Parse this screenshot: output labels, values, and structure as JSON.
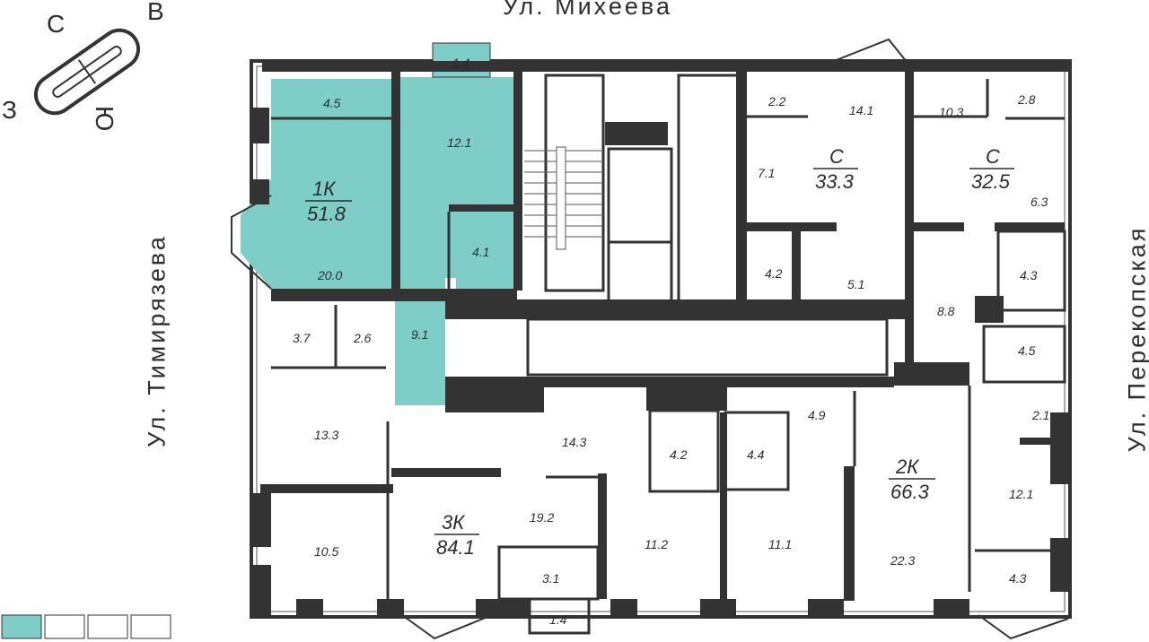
{
  "streets": {
    "top": "Ул. Михеева",
    "left": "Ул. Тимирязева",
    "right": "Ул. Перекопская"
  },
  "compass": {
    "north": "С",
    "east": "В",
    "south": "Ю",
    "west": "З"
  },
  "colors": {
    "wall": "#333333",
    "highlight": "#7ecdc6",
    "floor": "#ffffff"
  },
  "apartments": [
    {
      "type": "1К",
      "area": "51.8",
      "highlighted": true
    },
    {
      "type": "С",
      "area": "33.3",
      "highlighted": false
    },
    {
      "type": "С",
      "area": "32.5",
      "highlighted": false
    },
    {
      "type": "2К",
      "area": "66.3",
      "highlighted": false
    },
    {
      "type": "3К",
      "area": "84.1",
      "highlighted": false
    }
  ],
  "rooms": [
    "4.5",
    "12.1",
    "1.4",
    "20.0",
    "4.1",
    "9.1",
    "2.2",
    "14.1",
    "7.1",
    "4.2",
    "5.1",
    "10.3",
    "2.8",
    "6.3",
    "4.3",
    "8.8",
    "4.5",
    "3.7",
    "2.6",
    "13.3",
    "14.3",
    "4.2",
    "4.4",
    "4.9",
    "2.1",
    "10.5",
    "19.2",
    "11.2",
    "11.1",
    "12.1",
    "22.3",
    "4.3",
    "3.1",
    "1.4"
  ],
  "sections": {
    "total": 4,
    "active": 1
  }
}
